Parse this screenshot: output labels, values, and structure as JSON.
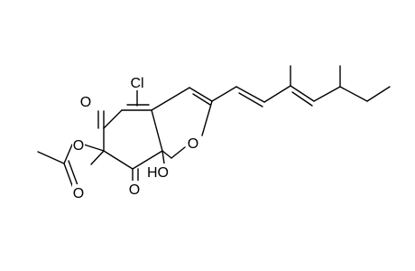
{
  "molecule": {
    "atoms": {
      "cl": "Cl",
      "o_ketone_top": "O",
      "o_ketone_bottom": "O",
      "o_ring": "O",
      "o_hydroxyl": "HO",
      "o_ester": "O",
      "o_carbonyl": "O"
    }
  }
}
